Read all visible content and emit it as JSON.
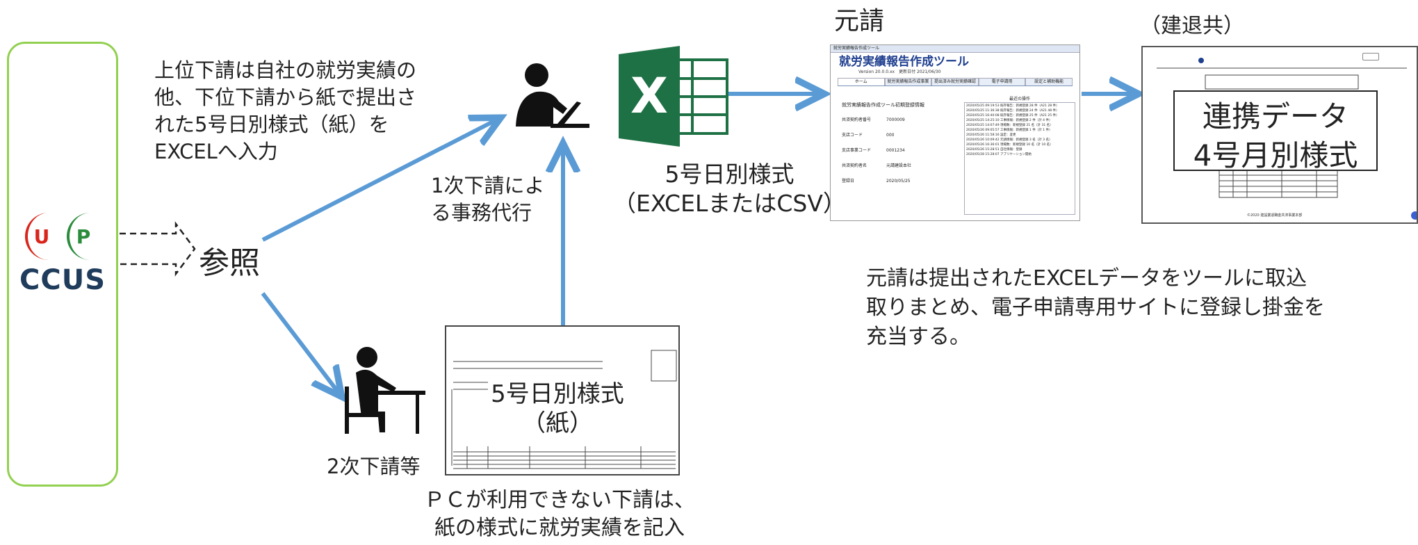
{
  "ccus": {
    "logo_letters": [
      "U",
      "P"
    ],
    "logo_text": "CCUS",
    "ref_label": "参照"
  },
  "upper_text": "上位下請は自社の就労実績の\n他、下位下請から紙で提出さ\nれた5号日別様式（紙）を\nEXCELへ入力",
  "first_sub_label": "1次下請によ\nる事務代行",
  "second_sub_label": "2次下請等",
  "excel": {
    "letter": "X",
    "caption": "5号日別様式\n（EXCELまたはCSV）"
  },
  "paper_form": {
    "title": "5号日別様式\n（紙）"
  },
  "pc_note": "ＰＣが利用できない下請は、\n紙の様式に就労実績を記入",
  "motouke": {
    "label": "元請",
    "note": "元請は提出されたEXCELデータをツールに取込\n取りまとめ、電子申請専用サイトに登録し掛金を\n充当する。",
    "tool": {
      "window_title": "就労実績報告作成ツール",
      "title": "就労実績報告作成ツール",
      "version": "Version 20.0.0.xx　更新日付 2021/06/30",
      "tabs": [
        "ホーム",
        "就労実績報告作成事業",
        "提出済み就労実績確認",
        "電子申請用",
        "設定と補助機能"
      ],
      "fields": [
        {
          "label": "就労実績報告作成ツール初期登録情報",
          "value": ""
        },
        {
          "label": "共済契約者番号",
          "value": "7000009"
        },
        {
          "label": "支店コード",
          "value": "000"
        },
        {
          "label": "支店事業コード",
          "value": "0001234"
        },
        {
          "label": "共済契約者名",
          "value": "元請建設本社"
        },
        {
          "label": "登録日",
          "value": "2020/05/25"
        }
      ],
      "log_title": "最近の操作",
      "log": [
        "2020/05/25 09:19:53 既存報告：新規登録 28 件（A21 28 件）",
        "2020/05/25 11:36:38 既存報告：新規登録 24 件（A21 48 件）",
        "2020/05/25 16:40:08 既存報告：新規登録 25 件（A21 25 件）",
        "2020/05/25 14:25:10 工事情報：新規登録 2 件（計 4 件）",
        "2020/05/25 14:07:49 現場数：新規登録 21 名（計 31 名）",
        "2020/05/26 09:05:57 工事情報：新規登録 1 件（計 1 件）",
        "2020/05/26 11:58:16 設定：変更",
        "2020/05/26 10:09:42 元請情報：新規登録 3 名（計 3 名）",
        "2020/05/26 16:36:01 現場数：新規登録 10 名（計 10 名）",
        "2020/05/26 15:28:51 自社情報：登録",
        "2020/05/28 15:28:07 アプリケーション開始"
      ]
    }
  },
  "kentai": {
    "label": "（建退共）",
    "callout": "連携データ\n4号月別様式",
    "footer": "©2020 建設業退職金共済事業本部"
  },
  "colors": {
    "arrow": "#5b9bd5",
    "ccus_border": "#92d050",
    "excel_green": "#1e7145",
    "tool_blue": "#1f3f8f"
  }
}
